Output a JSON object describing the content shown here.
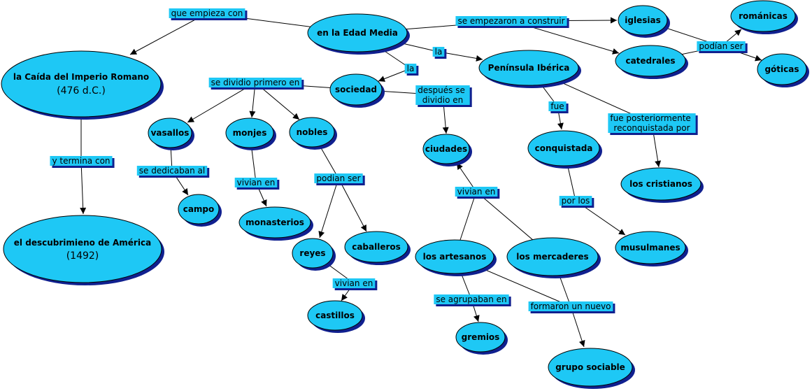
{
  "nodes": {
    "edad_media": "en la Edad Media",
    "caida": {
      "line1": "la Caída del Imperio Romano",
      "line2": "(476 d.C.)"
    },
    "descubrimiento": {
      "line1": "el descubrimieno de América",
      "line2": "(1492)"
    },
    "sociedad": "sociedad",
    "vasallos": "vasallos",
    "monjes": "monjes",
    "nobles": "nobles",
    "campo": "campo",
    "monasterios": "monasterios",
    "reyes": "reyes",
    "caballeros": "caballeros",
    "castillos": "castillos",
    "ciudades": "ciudades",
    "artesanos": "los artesanos",
    "mercaderes": "los mercaderes",
    "gremios": "gremios",
    "grupo_sociable": "grupo sociable",
    "peninsula": "Península Ibérica",
    "conquistada": "conquistada",
    "cristianos": "los cristianos",
    "musulmanes": "musulmanes",
    "iglesias": "iglesias",
    "catedrales": "catedrales",
    "romanicas": "románicas",
    "goticas": "góticas"
  },
  "links": {
    "que_empieza_con": "que empieza con",
    "y_termina_con": "y termina con",
    "se_dividio_primero_en": "se dividio primero en",
    "se_dedicaban_al": "se dedicaban al",
    "vivian_en_monjes": "vivian en",
    "podian_ser_nobles": "podian ser",
    "vivian_en_reyes": "vivian en",
    "la_sociedad": "la",
    "la_peninsula": "la",
    "despues_se_dividio_en": {
      "line1": "después se",
      "line2": "dividio en"
    },
    "vivian_en_ciudades": "vivian en",
    "se_agrupaban_en": "se agrupaban en",
    "formaron_un_nuevo": "formaron un nuevo",
    "se_empezaron_a_construir": "se empezaron a construir",
    "podian_ser_catedrales": "podían ser",
    "fue": "fue",
    "fue_posteriormente": {
      "line1": "fue posteriormente",
      "line2": "reconquistada por"
    },
    "por_los": "por los"
  },
  "colors": {
    "node_fill": "#1ec8f5",
    "shadow": "#10208f",
    "line": "#000000",
    "background": "#ffffff"
  }
}
